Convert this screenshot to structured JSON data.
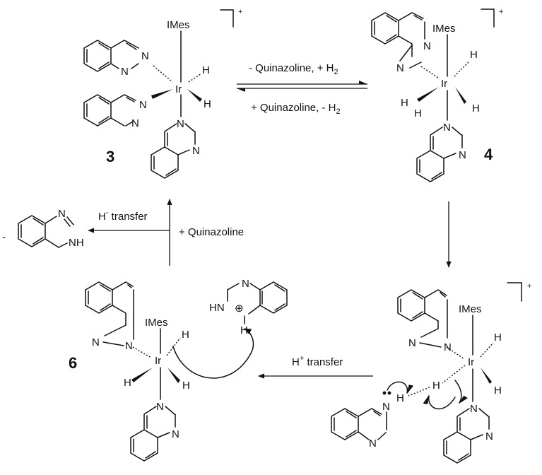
{
  "labels": {
    "ligand": "IMes",
    "metal": "Ir",
    "hydride": "H",
    "nitrogen": "N",
    "nh": "NH",
    "hn": "HN",
    "charge_plus": "+",
    "dash": "-",
    "plus_circle": "⊕"
  },
  "compounds": {
    "c3": "3",
    "c4": "4",
    "c6": "6"
  },
  "arrows": {
    "forward_top_a": "- Quinazoline, + H",
    "forward_top_sub": "2",
    "reverse_top_a": "+ Quinazoline, - H",
    "reverse_top_sub": "2",
    "h_minus_transfer_h": "H",
    "h_minus_transfer_sup": "-",
    "h_minus_transfer_text": " transfer",
    "add_quinazoline": "+ Quinazoline",
    "h_plus_transfer_h": "H",
    "h_plus_transfer_sup": "+",
    "h_plus_transfer_text": " transfer"
  },
  "colors": {
    "ink": "#111111",
    "background": "#ffffff"
  }
}
